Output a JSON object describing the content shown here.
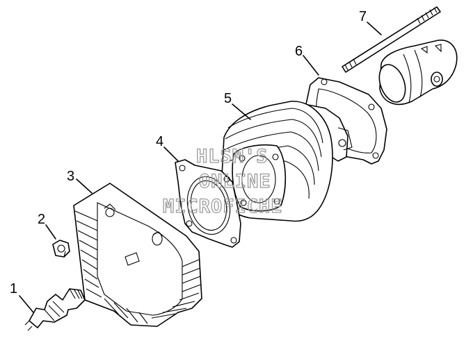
{
  "callouts": [
    {
      "number": "1",
      "part": "spark-plug"
    },
    {
      "number": "2",
      "part": "nut"
    },
    {
      "number": "3",
      "part": "cylinder-head"
    },
    {
      "number": "4",
      "part": "cylinder-head-gasket"
    },
    {
      "number": "5",
      "part": "cylinder"
    },
    {
      "number": "6",
      "part": "cylinder-base-gasket"
    },
    {
      "number": "7",
      "part": "stud-bolt"
    }
  ],
  "watermark": {
    "line1": "HLSM'S",
    "line2": "ONLINE",
    "line3": "MICROFICHE"
  },
  "colors": {
    "ink": "#000000",
    "background": "#ffffff",
    "watermark": "#9a9a9a"
  }
}
